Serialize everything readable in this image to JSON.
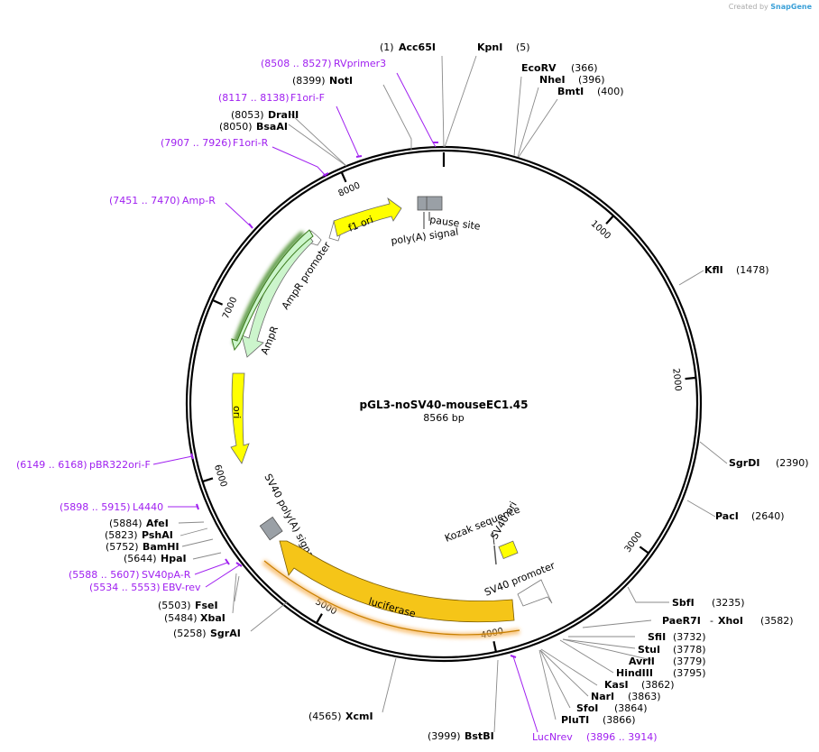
{
  "plasmid": {
    "name": "pGL3-noSV40-mouseEC1.45",
    "size_label": "8566 bp",
    "length": 8566
  },
  "watermark": {
    "prefix": "Created by",
    "brand": "SnapGene"
  },
  "colors": {
    "backbone": "#000000",
    "enzyme_line": "#888888",
    "primer": "#a020f0",
    "f1_ori": "#ffff00",
    "ori": "#ffff00",
    "ampr": "#ccf5cc",
    "luciferase": "#f5c518",
    "grey_box": "#9aa0a6"
  },
  "ticks": [
    {
      "pos": 1000,
      "label": "1000"
    },
    {
      "pos": 2000,
      "label": "2000"
    },
    {
      "pos": 3000,
      "label": "3000"
    },
    {
      "pos": 4000,
      "label": "4000"
    },
    {
      "pos": 5000,
      "label": "5000"
    },
    {
      "pos": 6000,
      "label": "6000"
    },
    {
      "pos": 7000,
      "label": "7000"
    },
    {
      "pos": 8000,
      "label": "8000"
    }
  ],
  "enzymes": [
    {
      "name": "Acc65I",
      "pos": "(1)",
      "bp": 1
    },
    {
      "name": "KpnI",
      "pos": "(5)",
      "bp": 5
    },
    {
      "name": "EcoRV",
      "pos": "(366)",
      "bp": 366
    },
    {
      "name": "NheI",
      "pos": "(396)",
      "bp": 396
    },
    {
      "name": "BmtI",
      "pos": "(400)",
      "bp": 400
    },
    {
      "name": "KflI",
      "pos": "(1478)",
      "bp": 1478
    },
    {
      "name": "SgrDI",
      "pos": "(2390)",
      "bp": 2390
    },
    {
      "name": "PacI",
      "pos": "(2640)",
      "bp": 2640
    },
    {
      "name": "SbfI",
      "pos": "(3235)",
      "bp": 3235
    },
    {
      "name": "PaeR7I",
      "pos": "",
      "bp": 3582
    },
    {
      "name": "XhoI",
      "pos": "(3582)",
      "bp": 3582
    },
    {
      "name": "SfiI",
      "pos": "(3732)",
      "bp": 3732
    },
    {
      "name": "StuI",
      "pos": "(3778)",
      "bp": 3778
    },
    {
      "name": "AvrII",
      "pos": "(3779)",
      "bp": 3779
    },
    {
      "name": "HindIII",
      "pos": "(3795)",
      "bp": 3795
    },
    {
      "name": "KasI",
      "pos": "(3862)",
      "bp": 3862
    },
    {
      "name": "NarI",
      "pos": "(3863)",
      "bp": 3863
    },
    {
      "name": "SfoI",
      "pos": "(3864)",
      "bp": 3864
    },
    {
      "name": "PluTI",
      "pos": "(3866)",
      "bp": 3866
    },
    {
      "name": "BstBI",
      "pos": "(3999)",
      "bp": 3999
    },
    {
      "name": "XcmI",
      "pos": "(4565)",
      "bp": 4565
    },
    {
      "name": "SgrAI",
      "pos": "(5258)",
      "bp": 5258
    },
    {
      "name": "XbaI",
      "pos": "(5484)",
      "bp": 5484
    },
    {
      "name": "FseI",
      "pos": "(5503)",
      "bp": 5503
    },
    {
      "name": "HpaI",
      "pos": "(5644)",
      "bp": 5644
    },
    {
      "name": "BamHI",
      "pos": "(5752)",
      "bp": 5752
    },
    {
      "name": "PshAI",
      "pos": "(5823)",
      "bp": 5823
    },
    {
      "name": "AfeI",
      "pos": "(5884)",
      "bp": 5884
    },
    {
      "name": "BsaAI",
      "pos": "(8050)",
      "bp": 8050
    },
    {
      "name": "DraIII",
      "pos": "(8053)",
      "bp": 8053
    },
    {
      "name": "NotI",
      "pos": "(8399)",
      "bp": 8399
    }
  ],
  "primers": [
    {
      "name": "RVprimer3",
      "range": "(8508 .. 8527)",
      "bp": 8517
    },
    {
      "name": "F1ori-F",
      "range": "(8117 .. 8138)",
      "bp": 8127
    },
    {
      "name": "F1ori-R",
      "range": "(7907 .. 7926)",
      "bp": 7916
    },
    {
      "name": "Amp-R",
      "range": "(7451 .. 7470)",
      "bp": 7460
    },
    {
      "name": "pBR322ori-F",
      "range": "(6149 .. 6168)",
      "bp": 6158
    },
    {
      "name": "L4440",
      "range": "(5898 .. 5915)",
      "bp": 5906
    },
    {
      "name": "SV40pA-R",
      "range": "(5588 .. 5607)",
      "bp": 5597
    },
    {
      "name": "EBV-rev",
      "range": "(5534 .. 5553)",
      "bp": 5543
    },
    {
      "name": "LucNrev",
      "range": "(3896 .. 3914)",
      "bp": 3905
    }
  ],
  "features": [
    {
      "name": "f1 ori"
    },
    {
      "name": "pause site"
    },
    {
      "name": "poly(A) signal"
    },
    {
      "name": "AmpR promoter"
    },
    {
      "name": "AmpR"
    },
    {
      "name": "ori"
    },
    {
      "name": "SV40 poly(A) signal"
    },
    {
      "name": "luciferase"
    },
    {
      "name": "Kozak sequence"
    },
    {
      "name": "SV40 ori"
    },
    {
      "name": "SV40 promoter"
    }
  ]
}
